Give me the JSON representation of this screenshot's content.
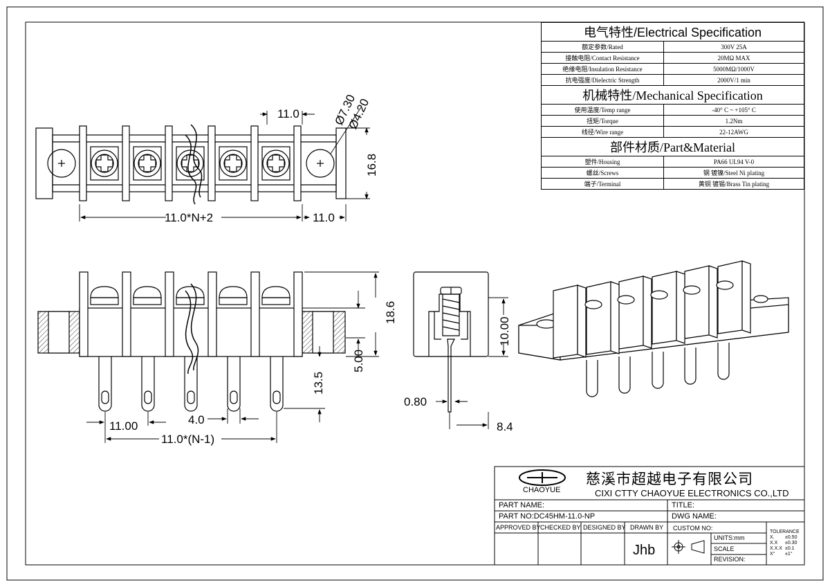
{
  "dimensions": {
    "top_pitch": "11.0",
    "hole_outer": "Ø7.30",
    "hole_inner": "Ø4.20",
    "height": "16.8",
    "length": "11.0*N+2",
    "end_offset": "11.0",
    "total_height": "18.6",
    "base_height": "5.00",
    "pin_length": "13.5",
    "pin_pitch": "11.00",
    "pin_gap": "4.0",
    "pin_span": "11.0*(N-1)",
    "side_height": "10.00",
    "pin_thickness": "0.80",
    "side_depth": "8.4"
  },
  "spec": {
    "electrical_title": "电气特性/Electrical Specification",
    "electrical": [
      {
        "k": "额定参数/Rated",
        "v": "300V  25A"
      },
      {
        "k": "接触电阻/Contact Resistance",
        "v": "20MΩ MAX"
      },
      {
        "k": "绝缘电阻/Insulation Resistance",
        "v": "5000MΩ/1000V"
      },
      {
        "k": "抗电强度/Dielectric Strength",
        "v": "2000V/1 min"
      }
    ],
    "mechanical_title": "机械特性/Mechanical Specification",
    "mechanical": [
      {
        "k": "使用温度/Temp range",
        "v": "-40° C ~ +105° C"
      },
      {
        "k": "扭矩/Torque",
        "v": "1.2Nm"
      },
      {
        "k": "线径/Wire range",
        "v": "22-12AWG"
      }
    ],
    "material_title": "部件材质/Part&Material",
    "material": [
      {
        "k": "塑件/Housing",
        "v": "PA66 UL94 V-0"
      },
      {
        "k": "螺丝/Screws",
        "v": "钢 镀镍/Steel Ni plating"
      },
      {
        "k": "端子/Terminal",
        "v": "黄铜 镀锡/Brass Tin  plating"
      }
    ]
  },
  "title_block": {
    "logo_text": "CHAOYUE",
    "company_cn": "慈溪市超越电子有限公司",
    "company_en": "CIXI CTTY CHAOYUE ELECTRONICS CO.,LTD",
    "part_name": "PART NAME:",
    "title": "TITLE:",
    "part_no": "PART NO:DC45HM-11.0-NP",
    "dwg_name": "DWG NAME:",
    "approved_by": "APPROVED BY",
    "checked_by": "CHECKED BY",
    "designed_by": "DESIGNED BY",
    "drawn_by": "DRAWN BY",
    "custom_no": "CUSTOM NO:",
    "drawer": "Jhb",
    "units": "UNITS:mm",
    "scale": "SCALE",
    "revision": "REVISION:",
    "tolerance_title": "TOLERANCE",
    "tolerances": [
      {
        "k": "X.",
        "v": "±0.50"
      },
      {
        "k": "X.X",
        "v": "±0.30"
      },
      {
        "k": "X.X.X",
        "v": "±0.1"
      },
      {
        "k": "X°",
        "v": "±1°"
      }
    ]
  }
}
